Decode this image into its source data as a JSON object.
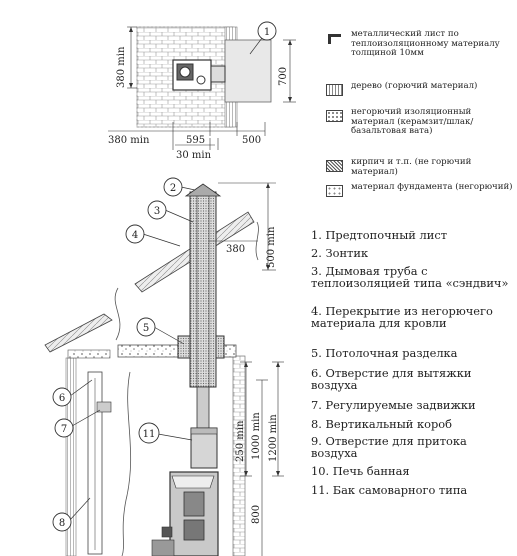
{
  "legend": [
    {
      "icon": "metal-sheet-swatch",
      "text": "металлический лист по теплоизоляционному материалу толщиной 10мм"
    },
    {
      "icon": "wood-swatch",
      "text": "дерево (горючий материал)"
    },
    {
      "icon": "insulation-swatch",
      "text": "негорючий изоляционный материал (керамзит/шлак/базальтовая вата)"
    },
    {
      "icon": "brick-swatch",
      "text": "кирпич и т.п. (не горючий материал)"
    },
    {
      "icon": "foundation-swatch",
      "text": "материал фундамента (негорючий)"
    }
  ],
  "components": [
    {
      "num": "1.",
      "label": "Предтопочный лист"
    },
    {
      "num": "2.",
      "label": "Зонтик"
    },
    {
      "num": "3.",
      "label": "Дымовая труба с теплоизоляцией типа «сэндвич»"
    },
    {
      "num": "4.",
      "label": "Перекрытие из негорючего материала для кровли"
    },
    {
      "num": "5.",
      "label": "Потолочная разделка"
    },
    {
      "num": "6.",
      "label": "Отверстие для вытяжки воздуха"
    },
    {
      "num": "7.",
      "label": "Регулируемые задвижки"
    },
    {
      "num": "8.",
      "label": "Вертикальный короб"
    },
    {
      "num": "9.",
      "label": "Отверстие для притока воздуха"
    },
    {
      "num": "10.",
      "label": "Печь банная"
    },
    {
      "num": "11.",
      "label": "Бак самоварного типа"
    }
  ],
  "plan_dims": {
    "d380_vert": "380 min",
    "d380_horiz": "380 min",
    "d595": "595",
    "d500": "500",
    "d30": "30 min",
    "d700": "700"
  },
  "section_dims": {
    "d380": "380",
    "d500": "500 min",
    "d250": "250 min",
    "d1000": "1000 min",
    "d1200": "1200 min",
    "d800": "800"
  },
  "callouts": {
    "c1": "1",
    "c2": "2",
    "c3": "3",
    "c4": "4",
    "c5": "5",
    "c6": "6",
    "c7": "7",
    "c8": "8",
    "c11": "11"
  }
}
